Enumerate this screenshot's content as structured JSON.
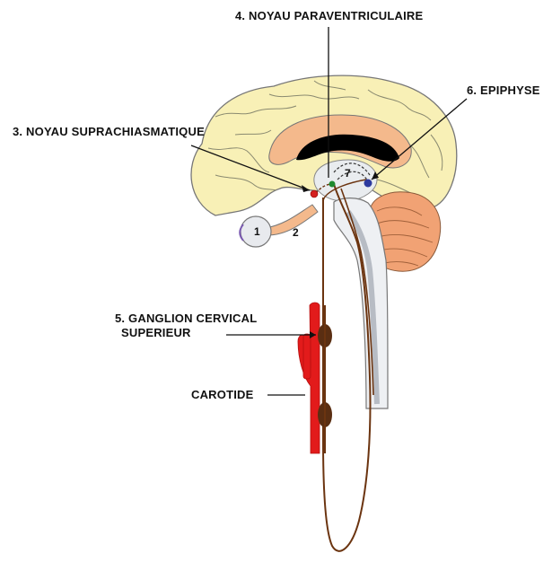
{
  "labels": {
    "paraventriculaire": "4.  NOYAU  PARAVENTRICULAIRE",
    "epiphyse": "6. EPIPHYSE",
    "suprachiasmatique": "3. NOYAU SUPRACHIASMATIQUE",
    "ganglion_line1": "5. GANGLION  CERVICAL",
    "ganglion_line2": "SUPERIEUR",
    "carotide": "CAROTIDE"
  },
  "markers": {
    "eye": "1",
    "optic_nerve": "2",
    "hypothalamus": "7"
  },
  "colors": {
    "cortex": "#f8f0b6",
    "corpus_callosum": "#f4b98c",
    "ventricle": "#000000",
    "cerebellum": "#f1a274",
    "brainstem": "#eef0f3",
    "nerve_pathway": "#6b3410",
    "ganglion": "#5a2e12",
    "carotid": "#e21b1b",
    "scn_nucleus": "#d42020",
    "pvn_nucleus": "#1f8a30",
    "pineal": "#2d3a9e"
  }
}
